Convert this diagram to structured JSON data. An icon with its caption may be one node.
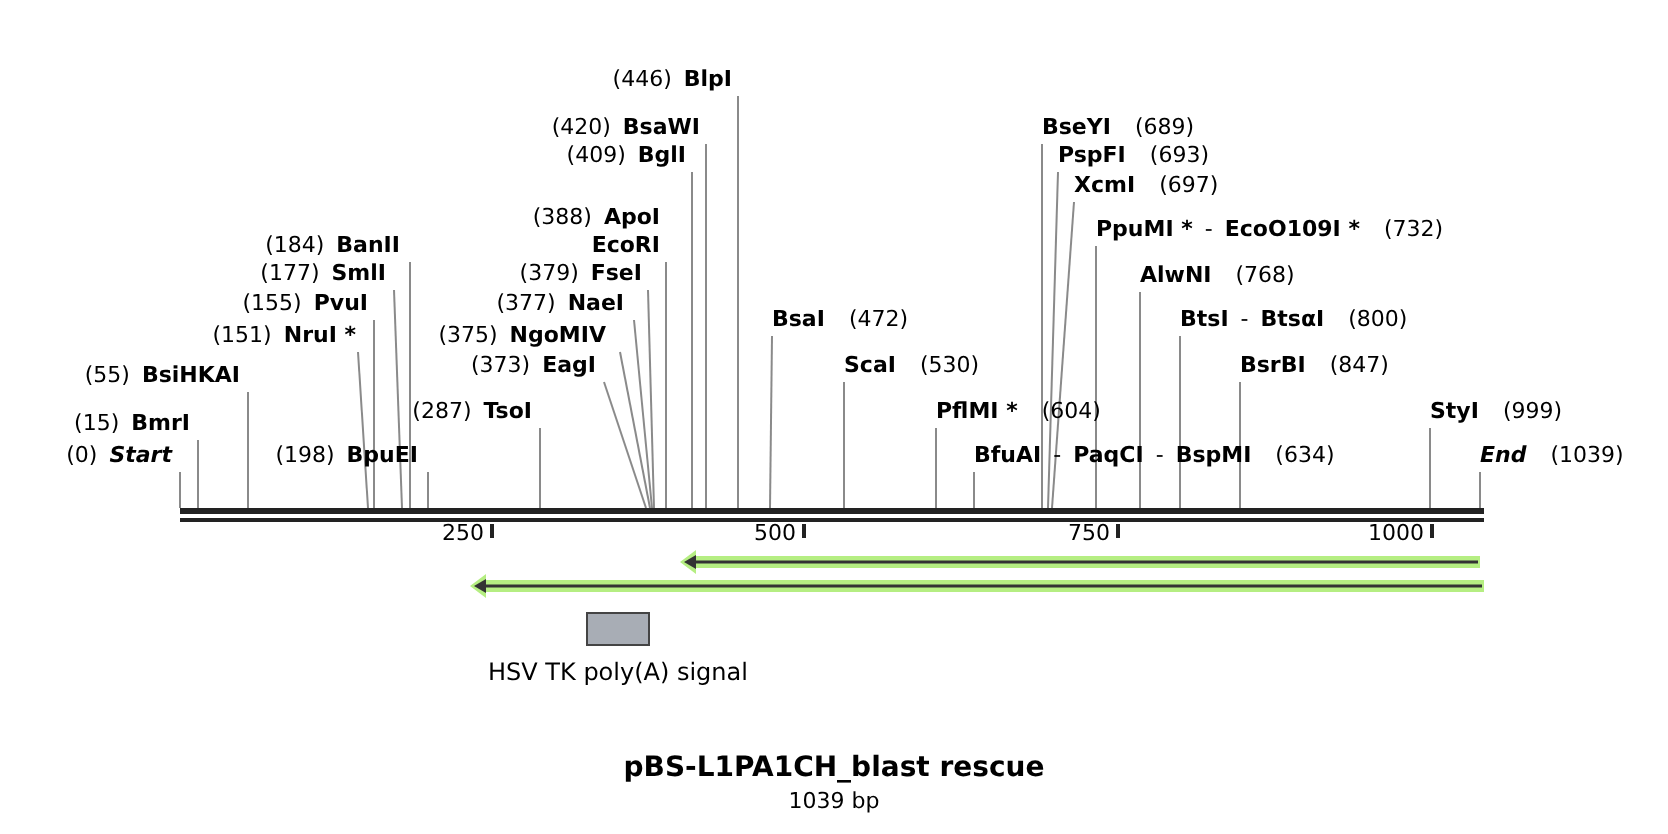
{
  "diagram": {
    "title": "pBS-L1PA1CH_blast rescue",
    "caption": "1039 bp",
    "nodes": [
      {
        "text": [],
        "shape": "bar"
      },
      {
        "text": [
          "(0)",
          "Start"
        ]
      },
      {
        "text": [
          "(15)",
          "BmrI"
        ]
      },
      {
        "text": [
          "(55)",
          "BsiHKAI"
        ]
      },
      {
        "text": [
          "(151)",
          "NruI *"
        ]
      },
      {
        "text": [
          "(155)",
          "PvuI"
        ]
      },
      {
        "text": [
          "(177)",
          "SmlI"
        ]
      },
      {
        "text": [
          "(184)",
          "BanII"
        ]
      },
      {
        "text": [
          "(198)",
          "BpuEI"
        ]
      },
      {
        "text": [
          "(287)",
          "TsoI"
        ]
      },
      {
        "text": [
          "(373)",
          "EagI"
        ]
      },
      {
        "text": [
          "(375)",
          "NgoMIV"
        ]
      },
      {
        "text": [
          "(377)",
          "NaeI"
        ]
      },
      {
        "text": [
          "(379)",
          "FseI"
        ]
      },
      {
        "text": [
          "(388)",
          "ApoI",
          "EcoRI"
        ]
      },
      {
        "text": [
          "(409)",
          "BglI"
        ]
      },
      {
        "text": [
          "(420)",
          "BsaWI"
        ]
      },
      {
        "text": [
          "(446)",
          "BlpI"
        ]
      },
      {
        "text": [
          "BsaI",
          "(472)"
        ]
      },
      {
        "text": [
          "ScaI",
          "(530)"
        ]
      },
      {
        "text": [
          "PflMI *",
          "(604)"
        ]
      },
      {
        "text": [
          "BfuAI",
          "-",
          "PaqCI",
          "-",
          "BspMI",
          "(634)"
        ]
      },
      {
        "text": [
          "BseYI",
          "(689)"
        ]
      },
      {
        "text": [
          "PspFI",
          "(693)"
        ]
      },
      {
        "text": [
          "XcmI",
          "(697)"
        ]
      },
      {
        "text": [
          "PpuMI *",
          "-",
          "EcoO109I *",
          "(732)"
        ]
      },
      {
        "text": [
          "AlwNI",
          "(768)"
        ]
      },
      {
        "text": [
          "BtsI",
          "-",
          "BtsαI",
          "(800)"
        ]
      },
      {
        "text": [
          "BsrBI",
          "(847)"
        ]
      },
      {
        "text": [
          "StyI",
          "(999)"
        ]
      },
      {
        "text": [
          "End",
          "(1039)"
        ]
      },
      {
        "text": [
          "HSV TK poly(A) signal"
        ]
      }
    ],
    "edges": [
      {
        "from": 1,
        "to": 0,
        "arrow": "none"
      },
      {
        "from": 2,
        "to": 0,
        "arrow": "none"
      },
      {
        "from": 3,
        "to": 0,
        "arrow": "none"
      },
      {
        "from": 4,
        "to": 0,
        "arrow": "none"
      },
      {
        "from": 5,
        "to": 0,
        "arrow": "none"
      },
      {
        "from": 6,
        "to": 0,
        "arrow": "none"
      },
      {
        "from": 7,
        "to": 0,
        "arrow": "none"
      },
      {
        "from": 8,
        "to": 0,
        "arrow": "none"
      },
      {
        "from": 9,
        "to": 0,
        "arrow": "none"
      },
      {
        "from": 10,
        "to": 0,
        "arrow": "none"
      },
      {
        "from": 11,
        "to": 0,
        "arrow": "none"
      },
      {
        "from": 12,
        "to": 0,
        "arrow": "none"
      },
      {
        "from": 13,
        "to": 0,
        "arrow": "none"
      },
      {
        "from": 14,
        "to": 0,
        "arrow": "none"
      },
      {
        "from": 15,
        "to": 0,
        "arrow": "none"
      },
      {
        "from": 16,
        "to": 0,
        "arrow": "none"
      },
      {
        "from": 17,
        "to": 0,
        "arrow": "none"
      },
      {
        "from": 18,
        "to": 0,
        "arrow": "none"
      },
      {
        "from": 19,
        "to": 0,
        "arrow": "none"
      },
      {
        "from": 20,
        "to": 0,
        "arrow": "none"
      },
      {
        "from": 21,
        "to": 0,
        "arrow": "none"
      },
      {
        "from": 22,
        "to": 0,
        "arrow": "none"
      },
      {
        "from": 23,
        "to": 0,
        "arrow": "none"
      },
      {
        "from": 24,
        "to": 0,
        "arrow": "none"
      },
      {
        "from": 25,
        "to": 0,
        "arrow": "none"
      },
      {
        "from": 26,
        "to": 0,
        "arrow": "none"
      },
      {
        "from": 27,
        "to": 0,
        "arrow": "none"
      },
      {
        "from": 28,
        "to": 0,
        "arrow": "none"
      },
      {
        "from": 29,
        "to": 0,
        "arrow": "none"
      },
      {
        "from": 30,
        "to": 0,
        "arrow": "none"
      }
    ],
    "labels": [
      "250",
      "500",
      "750",
      "1000"
    ]
  }
}
